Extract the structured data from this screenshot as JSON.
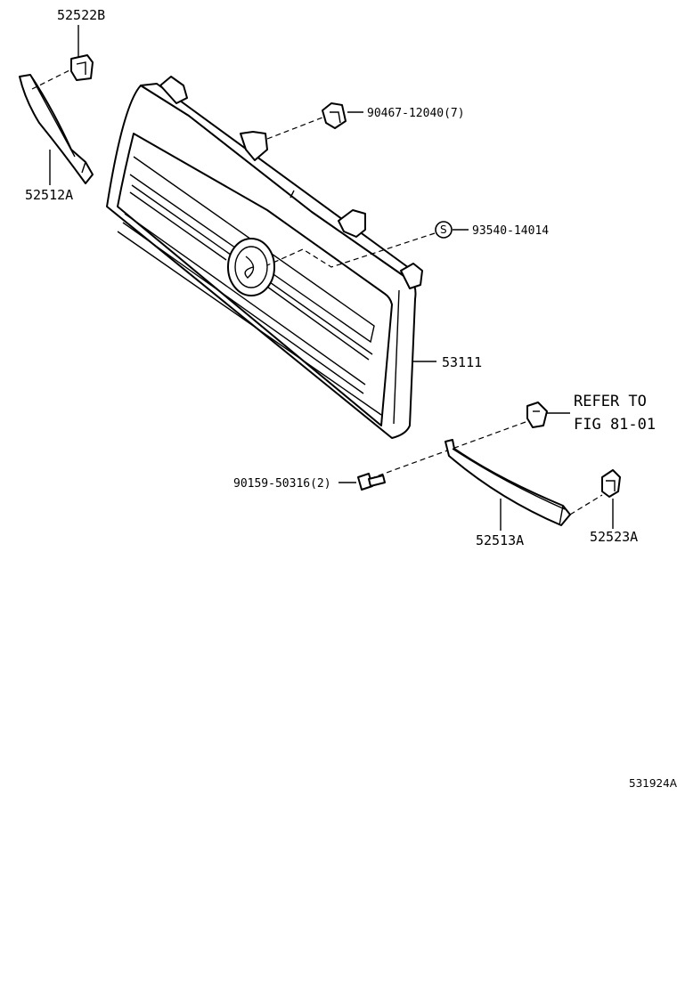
{
  "labels": {
    "part_52522B": "52522B",
    "part_52512A": "52512A",
    "part_90467": "90467-12040(7)",
    "part_93540": "93540-14014",
    "symbol_s": "S",
    "part_53111": "53111",
    "refer_line1": "REFER TO",
    "refer_line2": "FIG 81-01",
    "part_90159": "90159-50316(2)",
    "part_52513A": "52513A",
    "part_52523A": "52523A"
  },
  "figure_code": "531924A"
}
